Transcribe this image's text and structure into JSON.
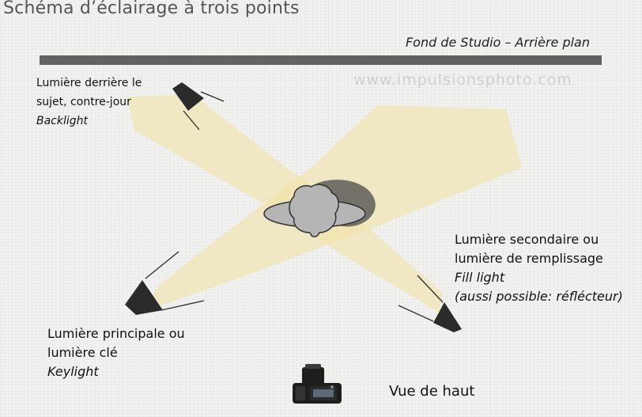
{
  "title": "Schéma d’éclairage à trois points",
  "backdrop": {
    "label": "Fond de Studio – Arrière plan"
  },
  "watermark": "www.impulsionsphoto.com",
  "lights": {
    "back": {
      "line1": "Lumière derrière le",
      "line2": "sujet, contre-jour",
      "english": "Backlight"
    },
    "fill": {
      "line1": "Lumière secondaire ou",
      "line2": "lumière de remplissage",
      "english": "Fill light",
      "note": "(aussi possible: réflécteur)"
    },
    "key": {
      "line1": "Lumière principale ou",
      "line2": "lumière clé",
      "english": "Keylight"
    }
  },
  "view_label": "Vue de haut",
  "colors": {
    "beam": "#f2e2a6",
    "light": "#2b2b2b",
    "backdrop": "#626262",
    "subject": "#b5b5b5"
  }
}
